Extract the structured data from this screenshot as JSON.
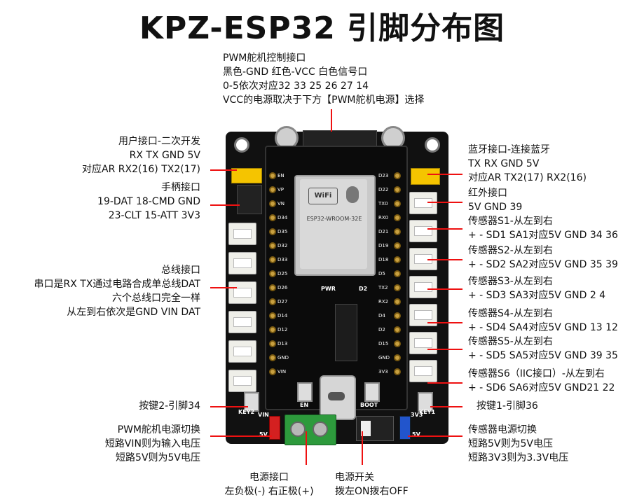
{
  "title": "KPZ-ESP32 引脚分布图",
  "pwm_servo": {
    "lines": [
      "PWM舵机控制接口",
      "黑色-GND 红色-VCC 白色信号口",
      "0-5依次对应32 33 25 26 27 14",
      "VCC的电源取决于下方【PWM舵机电源】选择"
    ]
  },
  "user_port": {
    "lines": [
      "用户接口-二次开发",
      "RX TX GND 5V",
      "对应AR RX2(16) TX2(17)"
    ]
  },
  "gamepad": {
    "lines": [
      "手柄接口",
      "19-DAT  18-CMD   GND",
      "23-CLT    15-ATT    3V3"
    ]
  },
  "bus": {
    "lines": [
      "总线接口",
      "串口是RX TX通过电路合成单总线DAT",
      "六个总线口完全一样",
      "从左到右依次是GND VIN DAT"
    ]
  },
  "key2": {
    "text": "按键2-引脚34"
  },
  "pwm_power": {
    "lines": [
      "PWM舵机电源切换",
      "短路VIN则为输入电压",
      "短路5V则为5V电压"
    ]
  },
  "power_in": {
    "lines": [
      "电源接口",
      "左负极(-) 右正极(+)"
    ]
  },
  "power_switch": {
    "lines": [
      "电源开关",
      "拨左ON拨右OFF"
    ]
  },
  "bluetooth": {
    "lines": [
      "蓝牙接口-连接蓝牙",
      "TX RX GND 5V",
      "对应AR TX2(17)  RX2(16)"
    ]
  },
  "infrared": {
    "lines": [
      "红外接口",
      "5V GND 39"
    ]
  },
  "s1": {
    "lines": [
      "传感器S1-从左到右",
      "+ - SD1 SA1对应5V GND 34 36"
    ]
  },
  "s2": {
    "lines": [
      "传感器S2-从左到右",
      "+ - SD2 SA2对应5V GND 35 39"
    ]
  },
  "s3": {
    "lines": [
      "传感器S3-从左到右",
      "+ - SD3 SA3对应5V GND 2 4"
    ]
  },
  "s4": {
    "lines": [
      "传感器S4-从左到右",
      "+ - SD4 SA4对应5V GND 13 12"
    ]
  },
  "s5": {
    "lines": [
      "传感器S5-从左到右",
      "+ - SD5 SA5对应5V GND 39 35"
    ]
  },
  "s6": {
    "lines": [
      "传感器S6（IIC接口）-从左到右",
      "+ - SD6 SA6对应5V GND21 22"
    ]
  },
  "key1": {
    "text": "按键1-引脚36"
  },
  "sensor_power": {
    "lines": [
      "传感器电源切换",
      "短路5V则为5V电压",
      "短路3V3则为3.3V电压"
    ]
  },
  "board": {
    "module_name": "ESP32-WROOM-32E",
    "wifi": "WiFi",
    "silk_pwr": "PWR",
    "silk_d2": "D2",
    "silk_en": "EN",
    "silk_boot": "BOOT",
    "silk_key1": "KEY1",
    "silk_key2": "KEY2",
    "silk_5v": "5V",
    "silk_3v3": "3V3",
    "silk_vin": "VIN",
    "left_pins": [
      "EN",
      "VP",
      "VN",
      "D34",
      "D35",
      "D32",
      "D33",
      "D25",
      "D26",
      "D27",
      "D14",
      "D12",
      "D13",
      "GND",
      "VIN"
    ],
    "right_pins": [
      "D23",
      "D22",
      "TX0",
      "RX0",
      "D21",
      "D19",
      "D18",
      "D5",
      "TX2",
      "RX2",
      "D4",
      "D2",
      "D15",
      "GND",
      "3V3"
    ]
  }
}
